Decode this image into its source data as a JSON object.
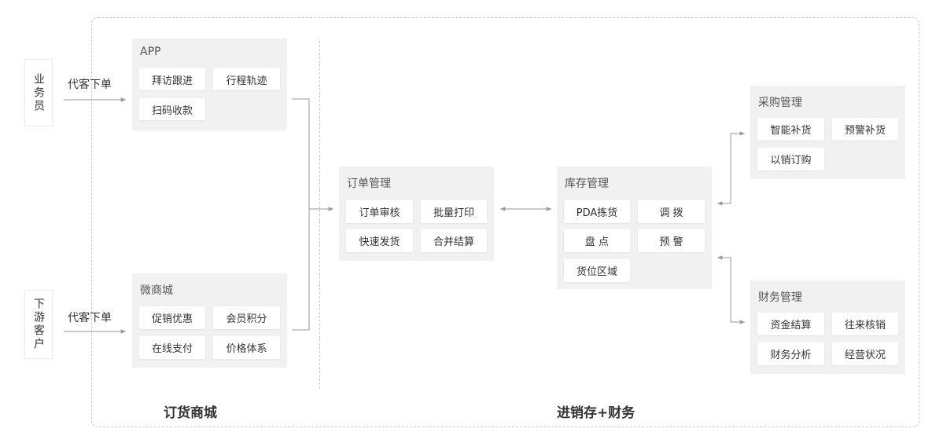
{
  "actors": {
    "salesperson": "业务员",
    "downstream_customer": "下游客户"
  },
  "edges": {
    "proxy_order_top": "代客下单",
    "proxy_order_bottom": "代客下单"
  },
  "panels": {
    "app": {
      "title": "APP",
      "items": [
        "拜访跟进",
        "行程轨迹",
        "扫码收款"
      ]
    },
    "mini_mall": {
      "title": "微商城",
      "items": [
        "促销优惠",
        "会员积分",
        "在线支付",
        "价格体系"
      ]
    },
    "order_mgmt": {
      "title": "订单管理",
      "items": [
        "订单审核",
        "批量打印",
        "快速发货",
        "合并结算"
      ]
    },
    "inventory_mgmt": {
      "title": "库存管理",
      "items": [
        "PDA拣货",
        "调 拨",
        "盘 点",
        "预 警",
        "货位区域"
      ]
    },
    "purchase_mgmt": {
      "title": "采购管理",
      "items": [
        "智能补货",
        "预警补货",
        "以销订购"
      ]
    },
    "finance_mgmt": {
      "title": "财务管理",
      "items": [
        "资金结算",
        "往来核销",
        "财务分析",
        "经营状况"
      ]
    }
  },
  "sections": {
    "ordering_mall": "订货商城",
    "psi_finance": "进销存+财务"
  },
  "colors": {
    "line": "#999999",
    "panel_bg": "#f1f1f1",
    "frame": "#c8c8c8"
  }
}
